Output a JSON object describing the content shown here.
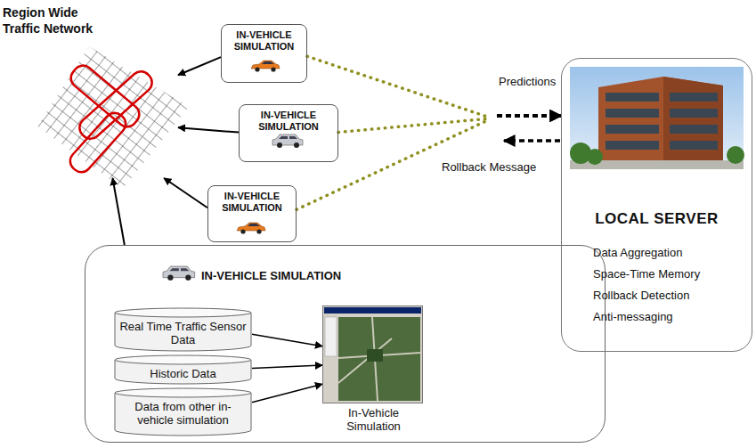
{
  "diagram": {
    "nodes": [
      {
        "text": [
          "Region Wide Traffic Network"
        ]
      },
      {
        "text": [
          "IN-VEHICLE SIMULATION"
        ]
      },
      {
        "text": [
          "IN-VEHICLE SIMULATION"
        ]
      },
      {
        "text": [
          "IN-VEHICLE SIMULATION"
        ]
      },
      {
        "text": [
          "IN-VEHICLE SIMULATION"
        ]
      },
      {
        "text": [
          "Real Time Traffic Sensor Data"
        ],
        "in": 4
      },
      {
        "text": [
          "Historic Data"
        ],
        "in": 4
      },
      {
        "text": [
          "Data from other in-vehicle simulation"
        ],
        "in": 4
      },
      {
        "text": [
          "In-Vehicle Simulation"
        ],
        "in": 4
      },
      {
        "text": [
          "LOCAL SERVER",
          "Data Aggregation",
          "Space-Time Memory",
          "Rollback Detection",
          "Anti-messaging"
        ]
      }
    ],
    "edges": [
      {
        "from": 1,
        "to": 0,
        "arrow": "to"
      },
      {
        "from": 2,
        "to": 0,
        "arrow": "to"
      },
      {
        "from": 3,
        "to": 0,
        "arrow": "to"
      },
      {
        "from": 4,
        "to": 0,
        "arrow": "to"
      },
      {
        "from": 5,
        "to": 8,
        "arrow": "to"
      },
      {
        "from": 6,
        "to": 8,
        "arrow": "to"
      },
      {
        "from": 7,
        "to": 8,
        "arrow": "to"
      },
      {
        "from": 1,
        "to": 9,
        "arrow": "to"
      },
      {
        "from": 2,
        "to": 9,
        "arrow": "to"
      },
      {
        "from": 3,
        "to": 9,
        "arrow": "to"
      }
    ],
    "labels": [
      "Predictions",
      "Rollback Message"
    ]
  }
}
